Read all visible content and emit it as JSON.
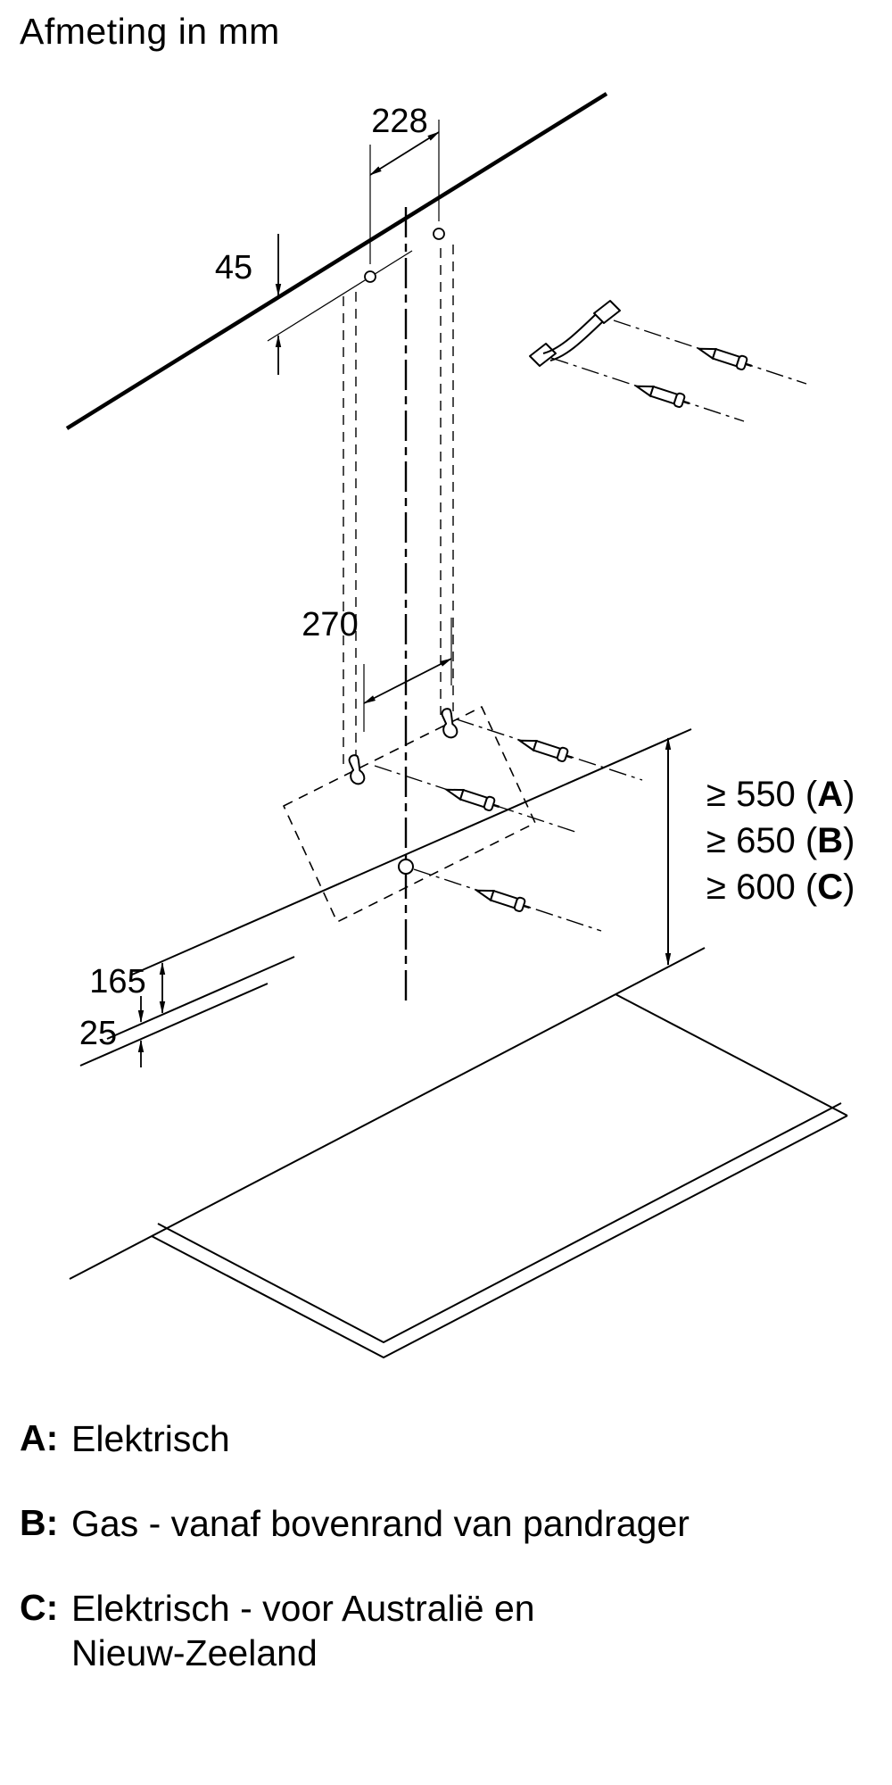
{
  "header": {
    "title": "Afmeting in mm"
  },
  "colors": {
    "ink": "#000000",
    "background": "#ffffff"
  },
  "diagram": {
    "unit": "mm",
    "dimensions": {
      "top_hole_spacing": "228",
      "wall_edge_offset": "45",
      "hook_spacing": "270",
      "lower_section_height": "165",
      "bottom_edge_offset": "25"
    },
    "clearances": [
      {
        "prefix": "≥ 550 (",
        "letter": "A",
        "suffix": ")"
      },
      {
        "prefix": "≥ 650 (",
        "letter": "B",
        "suffix": ")"
      },
      {
        "prefix": "≥ 600 (",
        "letter": "C",
        "suffix": ")"
      }
    ]
  },
  "legend": {
    "items": [
      {
        "key": "A:",
        "text": "Elektrisch"
      },
      {
        "key": "B:",
        "text": "Gas - vanaf bovenrand van pandrager"
      },
      {
        "key": "C:",
        "text": "Elektrisch - voor Australië en\nNieuw-Zeeland"
      }
    ]
  }
}
